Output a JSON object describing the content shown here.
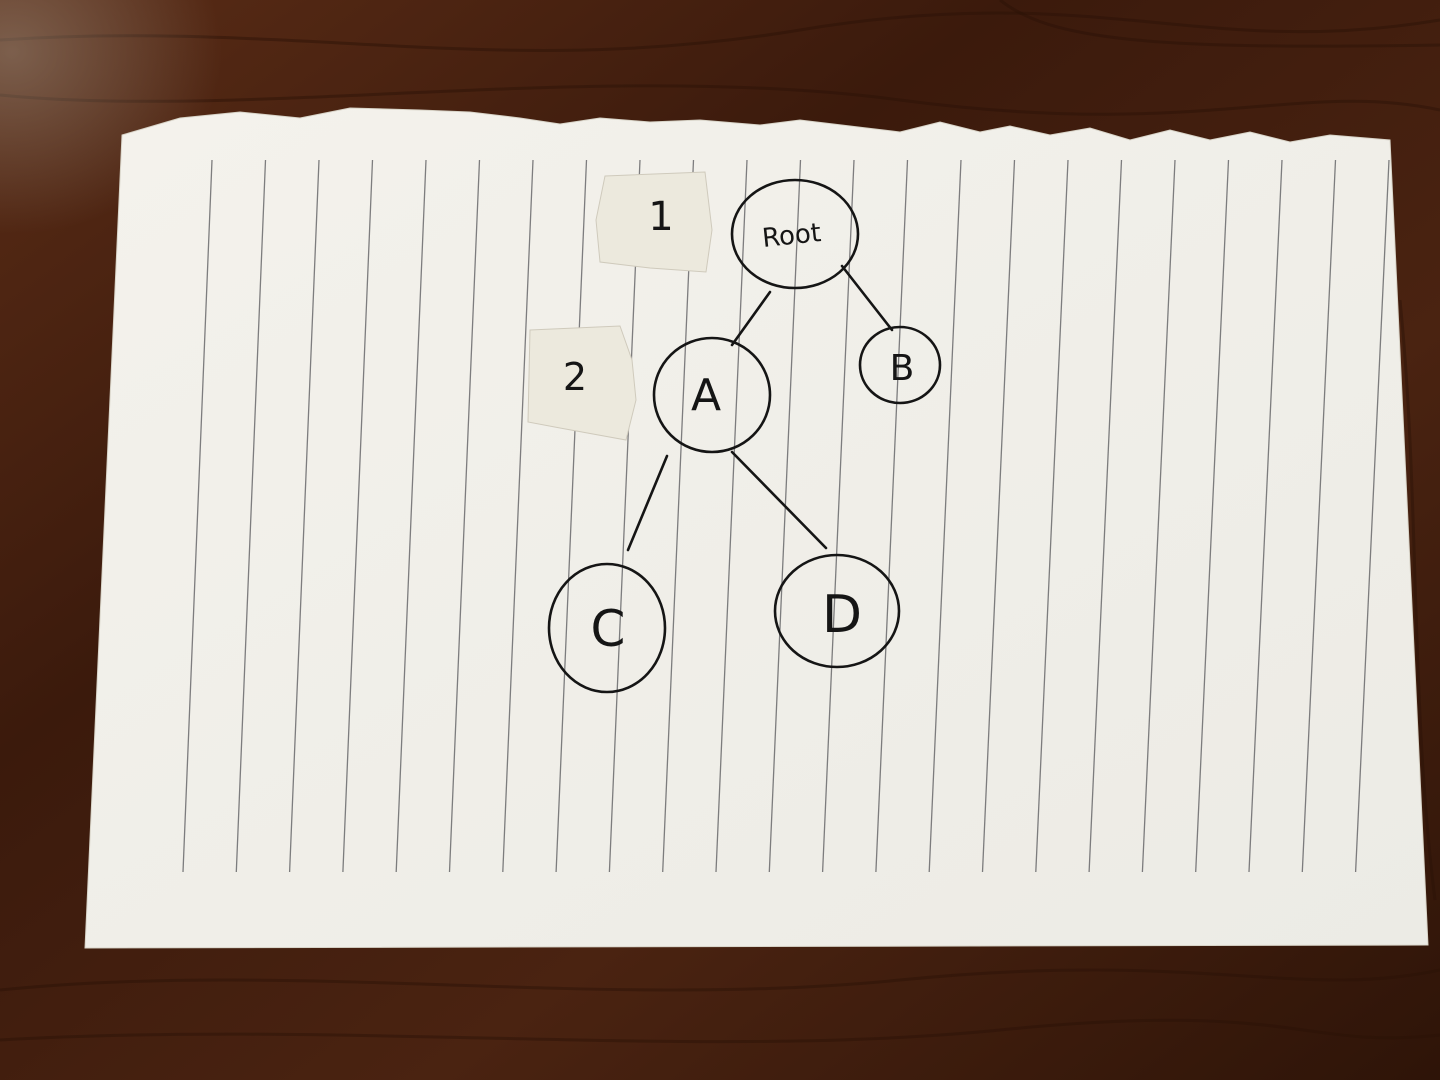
{
  "nodes": [
    {
      "id": "root",
      "label": "Root"
    },
    {
      "id": "a",
      "label": "A"
    },
    {
      "id": "b",
      "label": "B"
    },
    {
      "id": "c",
      "label": "C"
    },
    {
      "id": "d",
      "label": "D"
    }
  ],
  "edges": [
    {
      "from": "root",
      "to": "a"
    },
    {
      "from": "root",
      "to": "b"
    },
    {
      "from": "a",
      "to": "c"
    },
    {
      "from": "a",
      "to": "d"
    }
  ],
  "tags": [
    {
      "label": "1"
    },
    {
      "label": "2"
    }
  ]
}
